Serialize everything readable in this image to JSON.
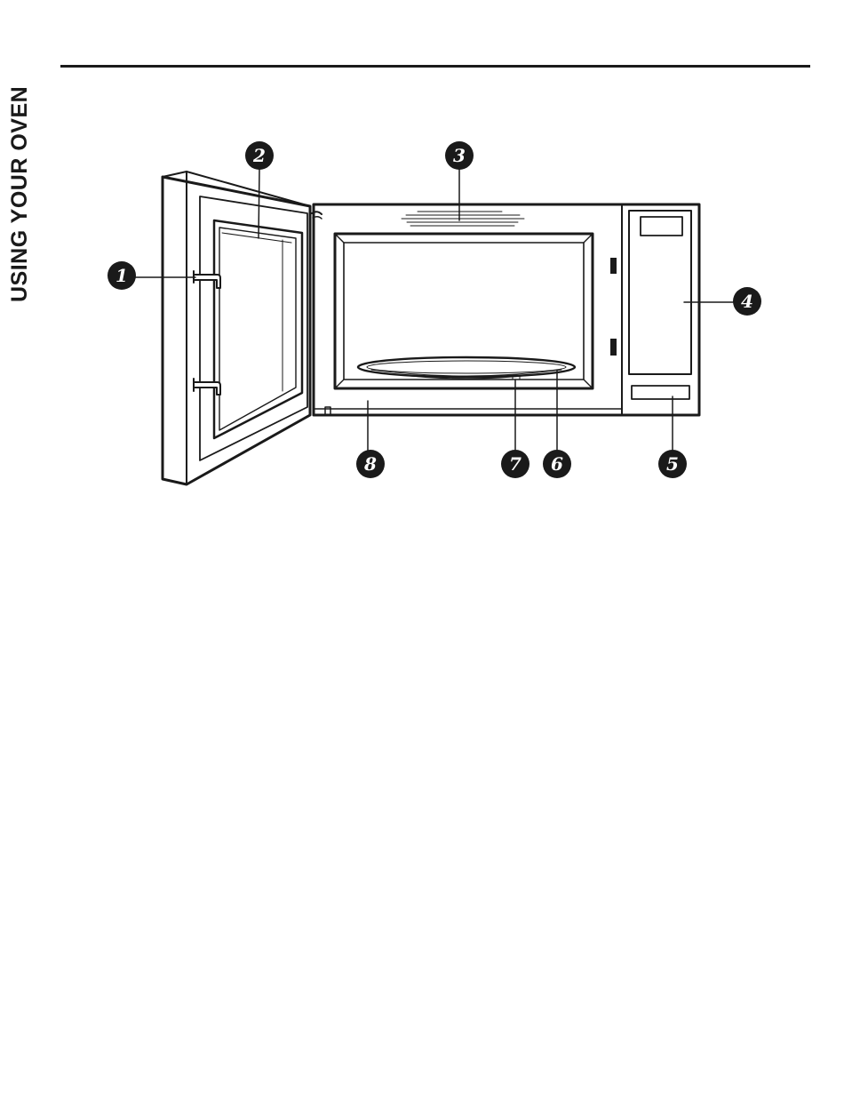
{
  "section_title": "USING YOUR OVEN",
  "callouts": [
    {
      "id": "callout-1",
      "number": "1"
    },
    {
      "id": "callout-2",
      "number": "2"
    },
    {
      "id": "callout-3",
      "number": "3"
    },
    {
      "id": "callout-4",
      "number": "4"
    },
    {
      "id": "callout-5",
      "number": "5"
    },
    {
      "id": "callout-6",
      "number": "6"
    },
    {
      "id": "callout-7",
      "number": "7"
    },
    {
      "id": "callout-8",
      "number": "8"
    }
  ]
}
